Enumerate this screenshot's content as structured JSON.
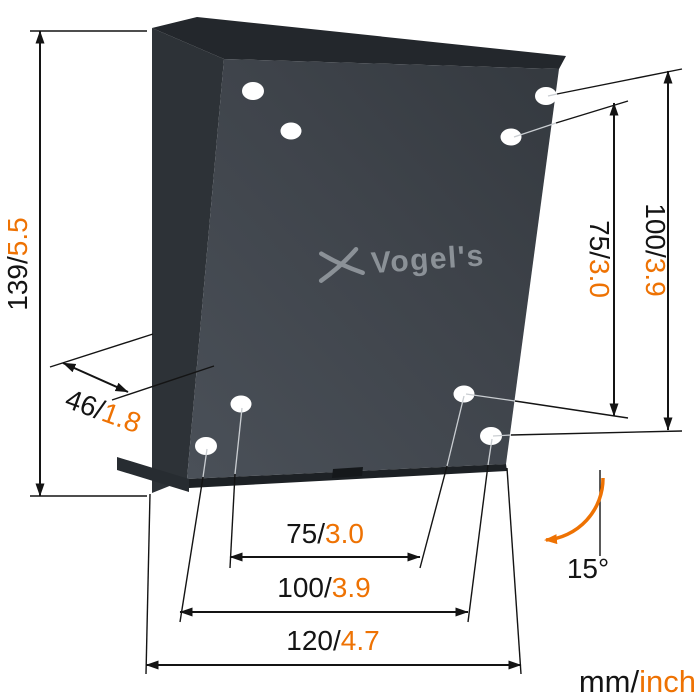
{
  "brand": {
    "logo_text": "Vogel's"
  },
  "units_legend": {
    "metric": "mm/",
    "imperial": "inch"
  },
  "tilt": {
    "angle": "15°"
  },
  "dims": {
    "total_height": {
      "metric": "139/",
      "imperial": "5.5"
    },
    "depth": {
      "metric": "46/",
      "imperial": "1.8"
    },
    "vesa_vertical_75": {
      "metric": "75/",
      "imperial": "3.0"
    },
    "vesa_vertical_100": {
      "metric": "100/",
      "imperial": "3.9"
    },
    "vesa_horizontal_75": {
      "metric": "75/",
      "imperial": "3.0"
    },
    "vesa_horizontal_100": {
      "metric": "100/",
      "imperial": "3.9"
    },
    "total_width": {
      "metric": "120/",
      "imperial": "4.7"
    }
  },
  "colors": {
    "accent_orange": "#ee7203",
    "line_black": "#141414",
    "body_dark": "#41464d",
    "hole_white": "#ffffff",
    "logo_gray": "#8b9197"
  }
}
